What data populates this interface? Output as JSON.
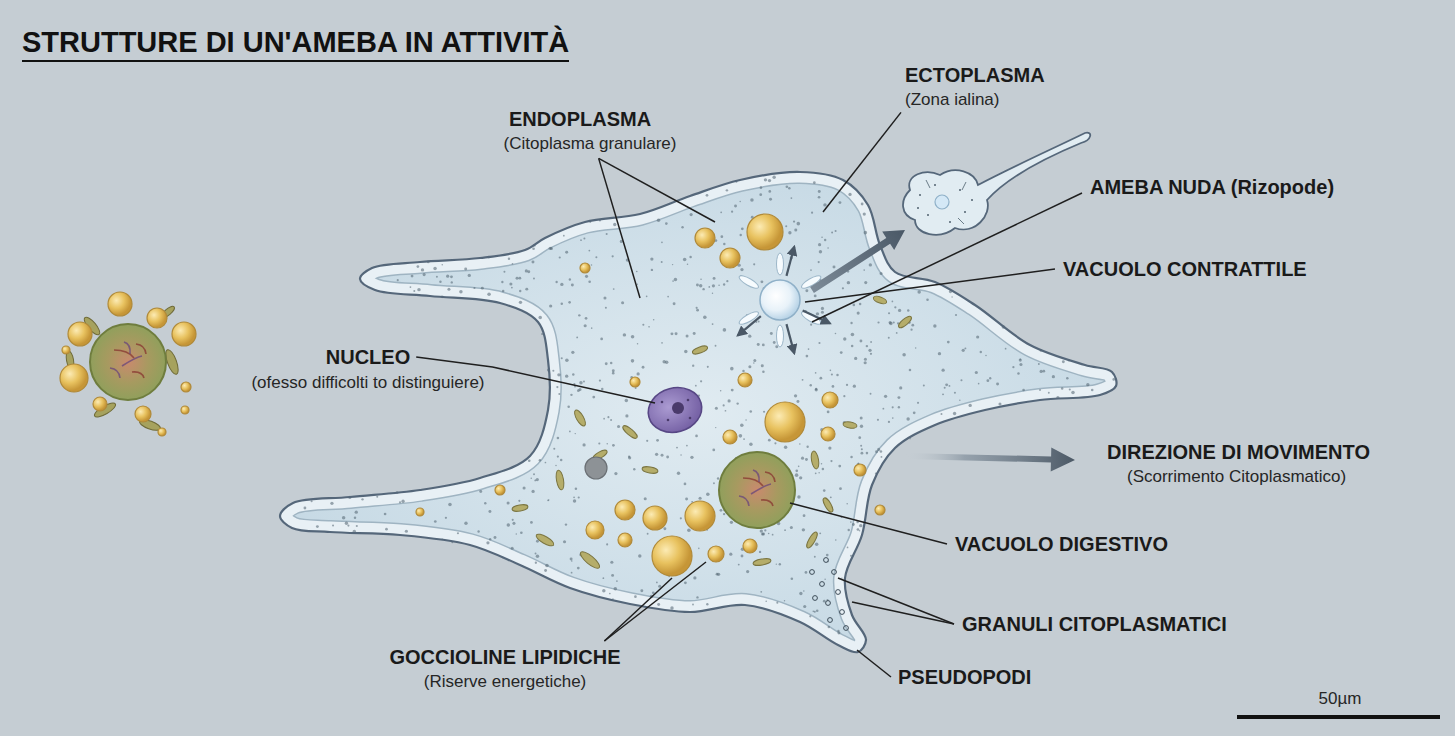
{
  "diagram": {
    "title": "STRUTTURE DI UN'AMEBA IN ATTIVITÀ",
    "labels": [
      "ENDOPLASMA",
      "(Citoplasma granulare)",
      "ECTOPLASMA",
      "(Zona ialina)",
      "AMEBA NUDA (Rizopode)",
      "VACUOLO CONTRATTILE",
      "NUCLEO",
      "(ofesso difficolti to distinguiere)",
      "DIREZIONE DI MOVIMENTO",
      "(Scorrimento Citoplasmatico)",
      "VACUOLO DIGESTIVO",
      "GOCCIOLINE LIPIDICHE",
      "(Riserve energetiche)",
      "GRANULI CITOPLASMATICI",
      "PSEUDOPODI",
      "50µm"
    ]
  }
}
